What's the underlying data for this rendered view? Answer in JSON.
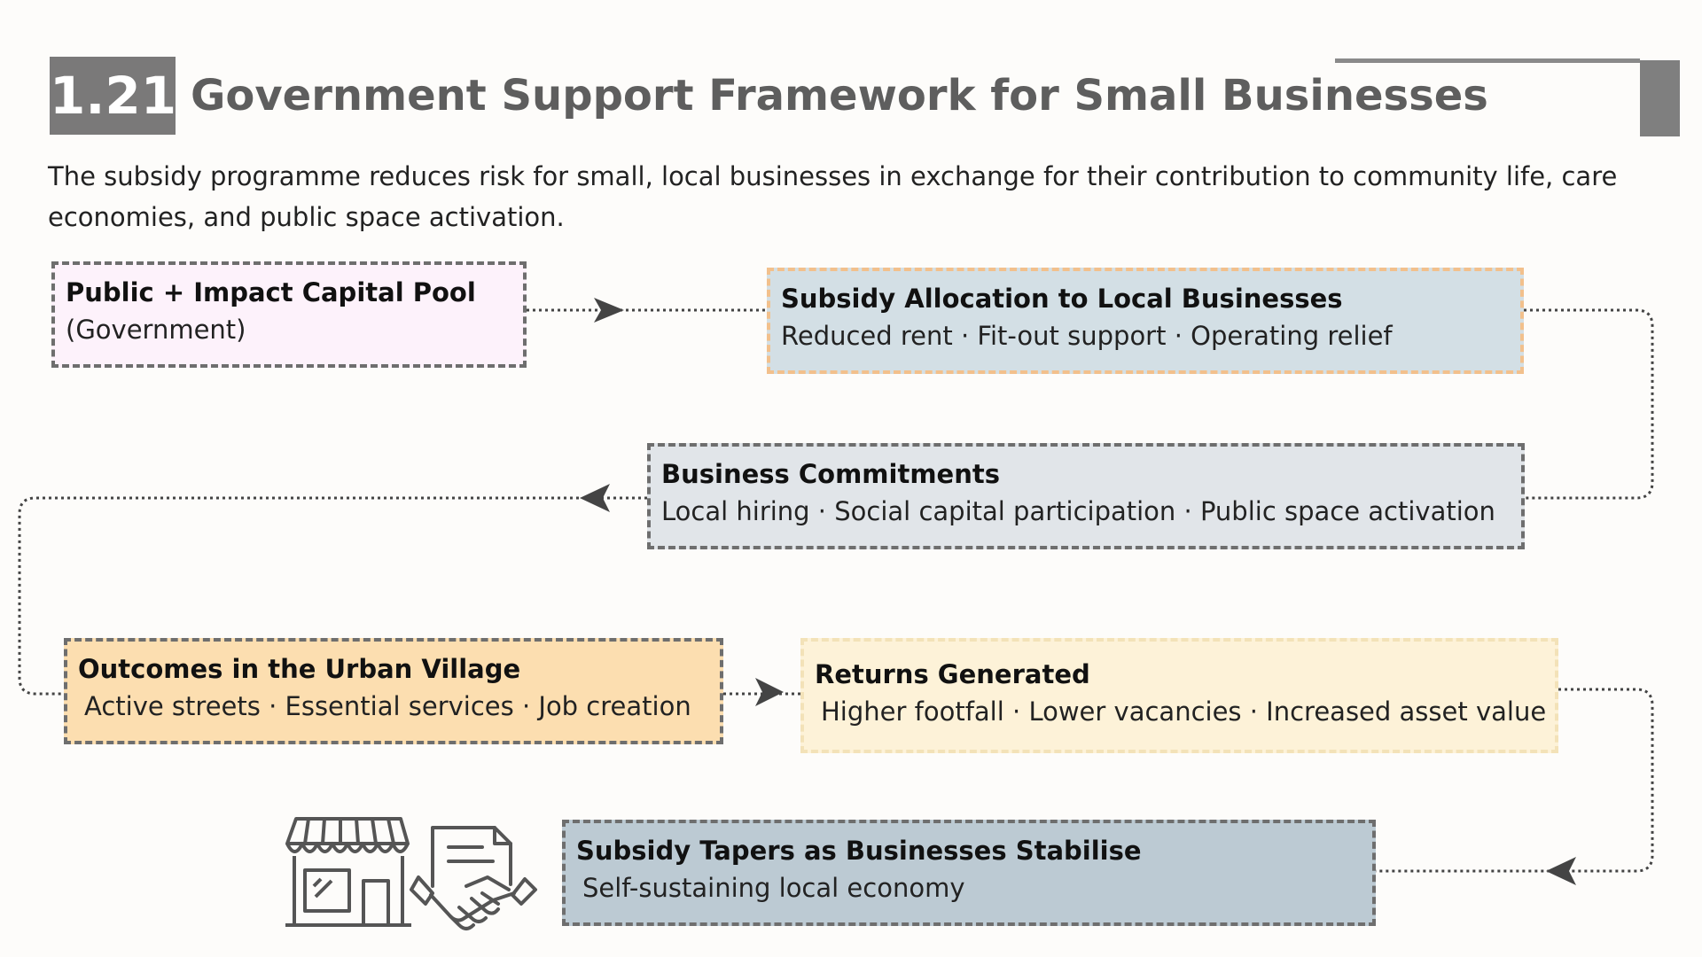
{
  "header": {
    "section_number": "1.21",
    "title": "Government Support Framework for Small Businesses",
    "subtitle": "The subsidy programme reduces risk for small, local businesses in exchange for their contribution to community life, care economies, and public space activation."
  },
  "nodes": {
    "pool": {
      "title": "Public + Impact Capital Pool",
      "desc": "(Government)",
      "bg": "#fdf2fb"
    },
    "subsidy": {
      "title": "Subsidy Allocation to Local Businesses",
      "desc": "Reduced rent · Fit-out support · Operating relief",
      "bg": "#d3dfe5",
      "border": "#f2c08c"
    },
    "commitments": {
      "title": "Business Commitments",
      "desc": "Local hiring · Social capital participation · Public space activation",
      "bg": "#e1e5e9"
    },
    "outcomes": {
      "title": "Outcomes in the Urban Village",
      "desc": "Active streets · Essential services · Job creation",
      "bg": "#fcdeb0"
    },
    "returns": {
      "title": "Returns Generated",
      "desc": "Higher footfall · Lower vacancies · Increased asset value",
      "bg": "#fdf2d8"
    },
    "taper": {
      "title": "Subsidy Tapers as Businesses Stabilise",
      "desc": "Self-sustaining local economy",
      "bg": "#bccad3"
    }
  },
  "icons": [
    "storefront-icon",
    "handshake-agreement-icon"
  ],
  "colors": {
    "accent_gray": "#7a7979",
    "connector": "#444444",
    "title_text": "#5e5e5e"
  }
}
